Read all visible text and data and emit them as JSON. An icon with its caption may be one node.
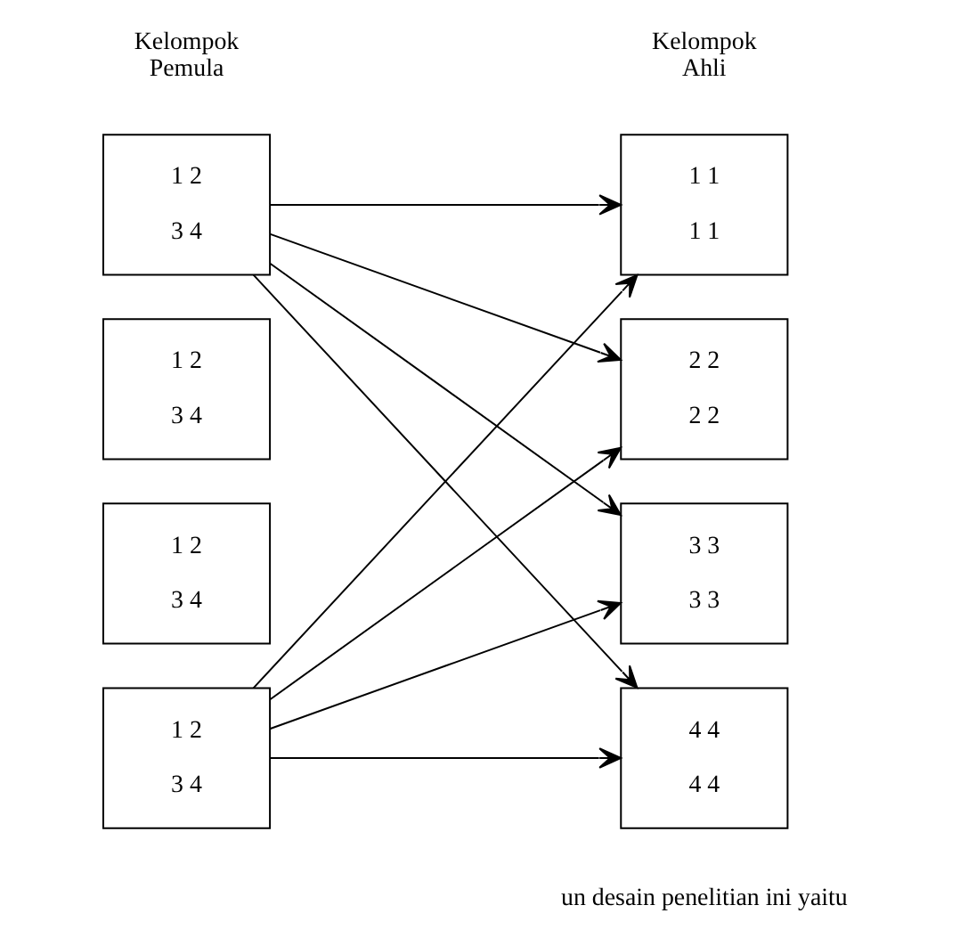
{
  "diagram": {
    "nodes": [
      {
        "text": [
          "1 2",
          "3 4"
        ]
      },
      {
        "text": [
          "1 2",
          "3 4"
        ]
      },
      {
        "text": [
          "1 2",
          "3 4"
        ]
      },
      {
        "text": [
          "1 2",
          "3 4"
        ]
      },
      {
        "text": [
          "1 1",
          "1 1"
        ]
      },
      {
        "text": [
          "2 2",
          "2 2"
        ]
      },
      {
        "text": [
          "3 3",
          "3 3"
        ]
      },
      {
        "text": [
          "4 4",
          "4 4"
        ]
      }
    ],
    "edges": [
      {
        "from": 0,
        "to": 4,
        "arrow": "to"
      },
      {
        "from": 0,
        "to": 5,
        "arrow": "to"
      },
      {
        "from": 0,
        "to": 6,
        "arrow": "to"
      },
      {
        "from": 0,
        "to": 7,
        "arrow": "to"
      },
      {
        "from": 3,
        "to": 4,
        "arrow": "to"
      },
      {
        "from": 3,
        "to": 5,
        "arrow": "to"
      },
      {
        "from": 3,
        "to": 6,
        "arrow": "to"
      },
      {
        "from": 3,
        "to": 7,
        "arrow": "to"
      }
    ],
    "labels": [
      "Kelompok Pemula",
      "Kelompok Ahli",
      "un desain penelitian ini yaitu"
    ]
  }
}
